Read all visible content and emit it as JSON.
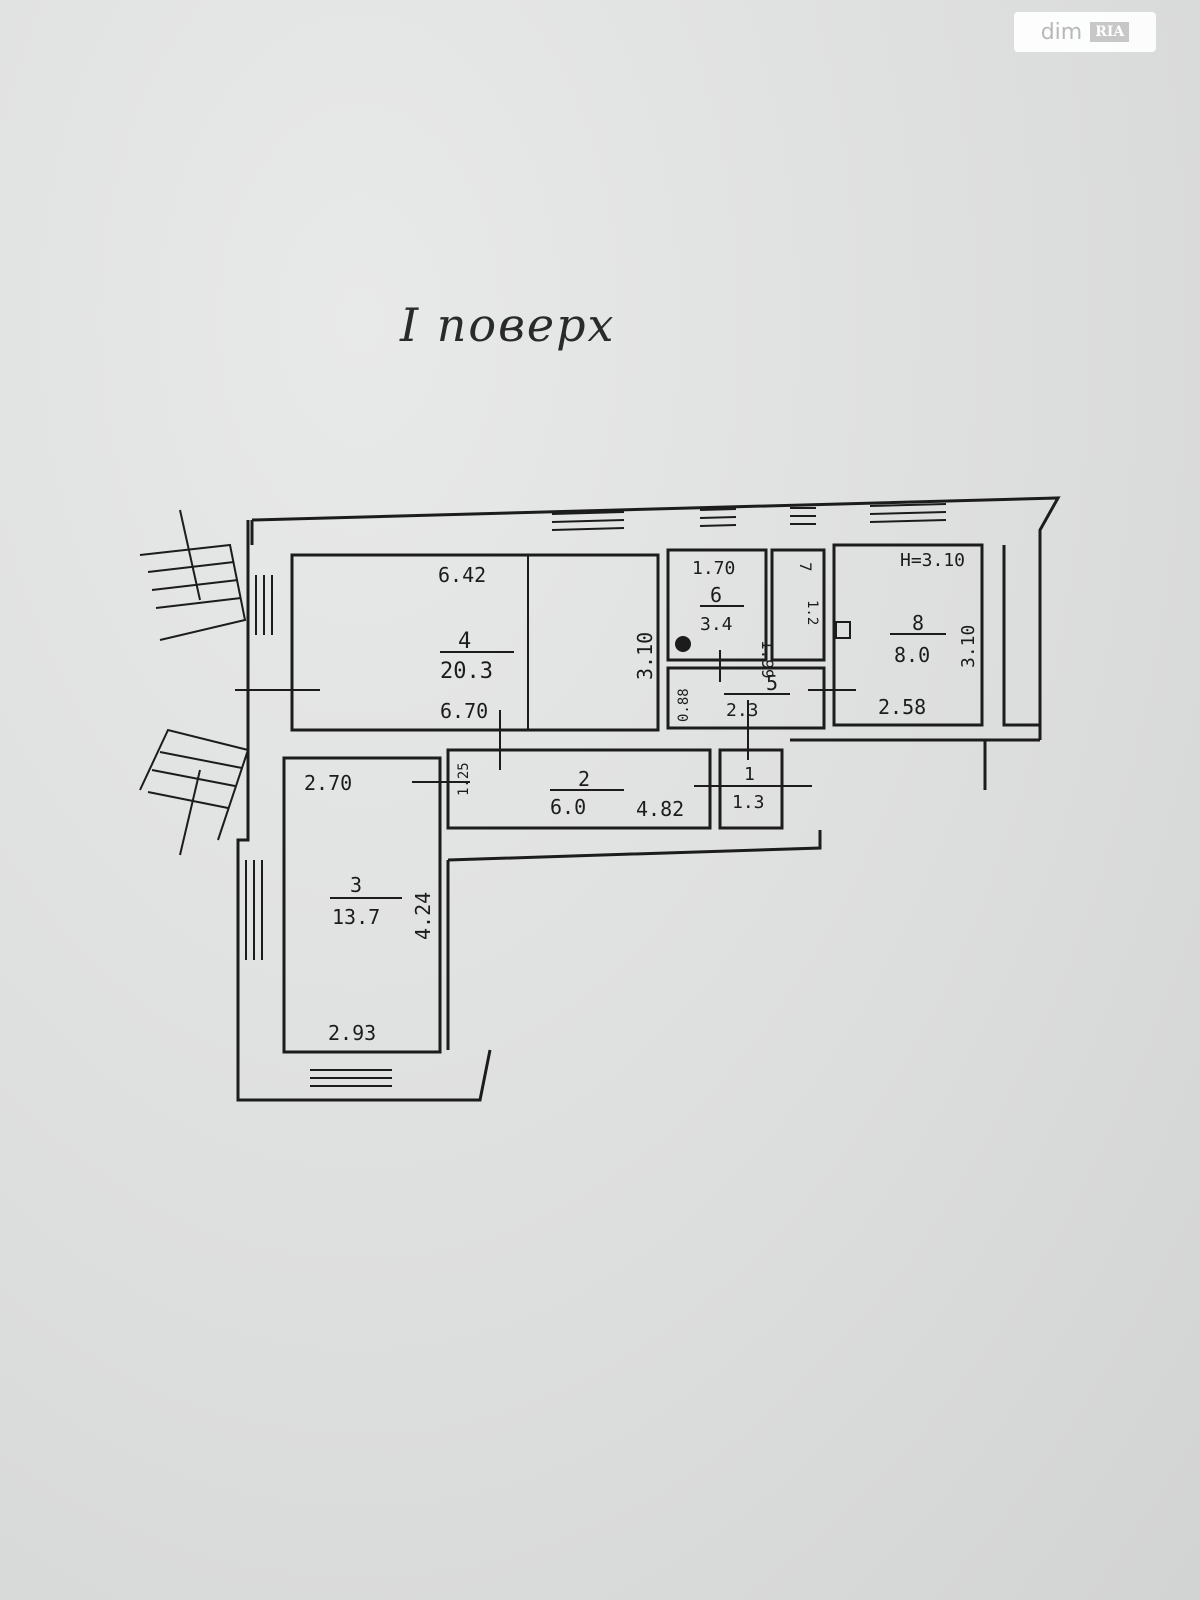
{
  "watermark": {
    "brand": "dim",
    "badge": "RIA"
  },
  "title": "I поверх",
  "rooms": [
    {
      "id": "4",
      "number": "4",
      "area": "20.3",
      "dim_top": "6.42",
      "dim_bottom": "6.70",
      "dim_side": "3.10"
    },
    {
      "id": "6",
      "number": "6",
      "area": "3.4",
      "dim_top": "1.70",
      "dim_side": "1.99"
    },
    {
      "id": "7",
      "number": "7",
      "area": "1.2"
    },
    {
      "id": "8",
      "number": "8",
      "area": "8.0",
      "dim_top": "H=3.10",
      "dim_side": "3.10",
      "dim_bottom": "2.58"
    },
    {
      "id": "5",
      "number": "5",
      "area": "2.3",
      "dim_side": "0.88"
    },
    {
      "id": "2",
      "number": "2",
      "area": "6.0",
      "dim_right": "4.82",
      "dim_side": "1.25"
    },
    {
      "id": "1",
      "number": "1",
      "area": "1.3"
    },
    {
      "id": "3",
      "number": "3",
      "area": "13.7",
      "dim_top": "2.70",
      "dim_side": "4.24",
      "dim_bottom": "2.93"
    }
  ],
  "colors": {
    "paper": "#dfe0e0",
    "ink": "#1c1c1c"
  }
}
